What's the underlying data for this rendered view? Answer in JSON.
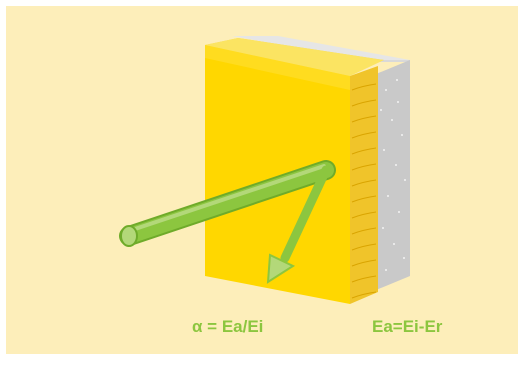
{
  "formula_absorption": "α = Ea/Ei",
  "formula_absorbed_energy": "Ea=Ei-Er",
  "colors": {
    "background": "#fdeeba",
    "panel_yellow": "#ffd700",
    "panel_yellow_dark": "#f2c200",
    "panel_top": "#fbe462",
    "insulation": "#f0c42a",
    "concrete": "#c8c8c8",
    "arrow_green": "#8cc63f",
    "arrow_green_light": "#b3d879"
  },
  "icons": {
    "incident_ray": "thick-green-arrow",
    "reflected_ray": "thin-green-arrow-head"
  }
}
